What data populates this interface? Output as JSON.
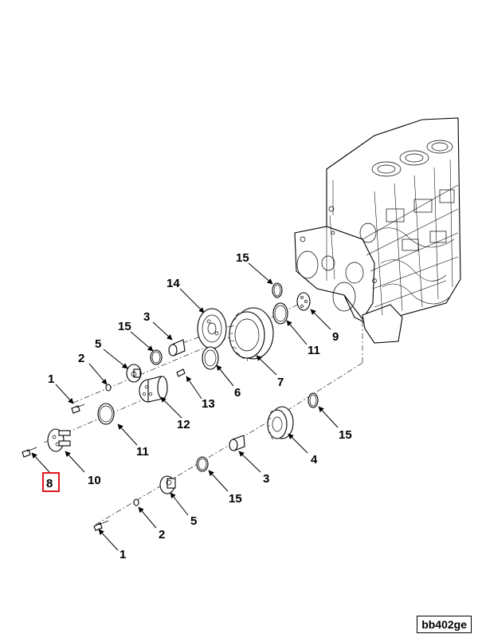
{
  "callouts": {
    "c1a": "1",
    "c1b": "1",
    "c2a": "2",
    "c2b": "2",
    "c3a": "3",
    "c3b": "3",
    "c4": "4",
    "c5a": "5",
    "c5b": "5",
    "c6": "6",
    "c7": "7",
    "c8": "8",
    "c9": "9",
    "c10": "10",
    "c11a": "11",
    "c11b": "11",
    "c12": "12",
    "c13": "13",
    "c14": "14",
    "c15a": "15",
    "c15b": "15",
    "c15c": "15",
    "c15d": "15"
  },
  "highlight": {
    "callout": "8",
    "color": "#e0161e"
  },
  "reference": "bb402ge"
}
